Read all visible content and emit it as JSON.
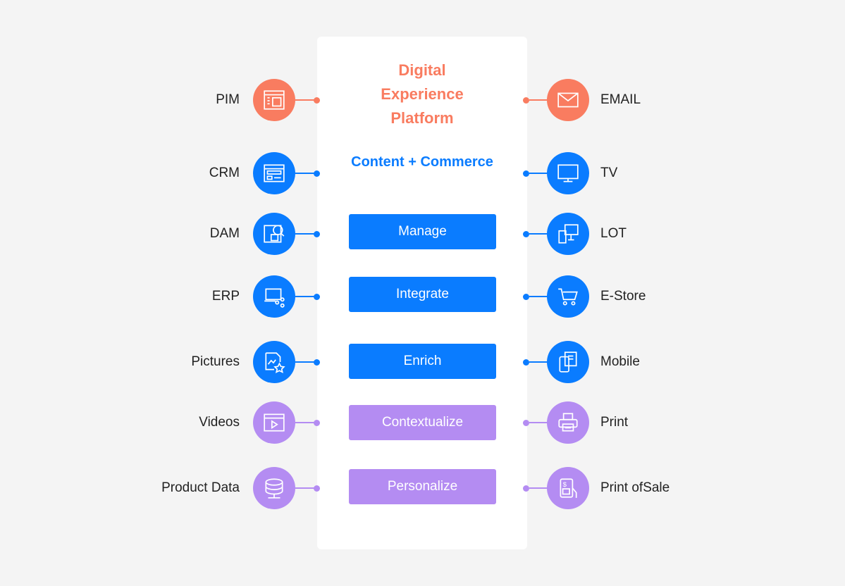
{
  "title": "Digital Experience Platform",
  "subtitle": "Content + Commerce",
  "colors": {
    "orange": "#f97c60",
    "blue": "#0a7cff",
    "purple": "#b48cf2",
    "background": "#f4f4f4"
  },
  "steps": [
    {
      "label": "Manage",
      "color": "#0a7cff"
    },
    {
      "label": "Integrate",
      "color": "#0a7cff"
    },
    {
      "label": "Enrich",
      "color": "#0a7cff"
    },
    {
      "label": "Contextualize",
      "color": "#b48cf2"
    },
    {
      "label": "Personalize",
      "color": "#b48cf2"
    }
  ],
  "sources": [
    {
      "label": "PIM",
      "icon": "layout-icon",
      "color": "#f97c60"
    },
    {
      "label": "CRM",
      "icon": "form-icon",
      "color": "#0a7cff"
    },
    {
      "label": "DAM",
      "icon": "asset-search-icon",
      "color": "#0a7cff"
    },
    {
      "label": "ERP",
      "icon": "laptop-share-icon",
      "color": "#0a7cff"
    },
    {
      "label": "Pictures",
      "icon": "image-star-icon",
      "color": "#0a7cff"
    },
    {
      "label": "Videos",
      "icon": "video-play-icon",
      "color": "#b48cf2"
    },
    {
      "label": "Product Data",
      "icon": "database-icon",
      "color": "#b48cf2"
    }
  ],
  "channels": [
    {
      "label": "EMAIL",
      "icon": "envelope-icon",
      "color": "#f97c60"
    },
    {
      "label": "TV",
      "icon": "monitor-icon",
      "color": "#0a7cff"
    },
    {
      "label": "LOT",
      "icon": "devices-icon",
      "color": "#0a7cff"
    },
    {
      "label": "E-Store",
      "icon": "cart-icon",
      "color": "#0a7cff"
    },
    {
      "label": "Mobile",
      "icon": "mobile-icon",
      "color": "#0a7cff"
    },
    {
      "label": "Print",
      "icon": "printer-icon",
      "color": "#b48cf2"
    },
    {
      "label": "Print ofSale",
      "icon": "pos-receipt-icon",
      "color": "#b48cf2"
    }
  ]
}
